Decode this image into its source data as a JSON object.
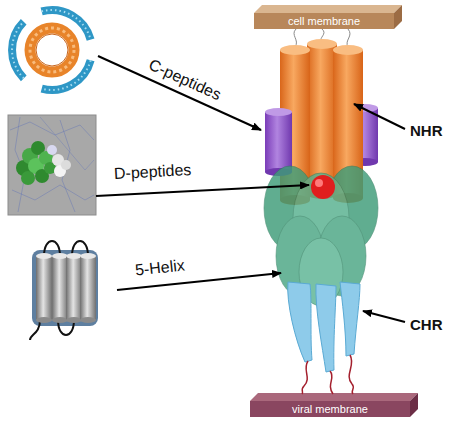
{
  "diagram": {
    "nodes": [
      {
        "text": [
          "cell membrane"
        ]
      },
      {
        "text": [
          "viral membrane"
        ]
      }
    ],
    "labels": [
      "C-peptides",
      "NHR",
      "D-peptides",
      "5-Helix",
      "CHR"
    ]
  }
}
